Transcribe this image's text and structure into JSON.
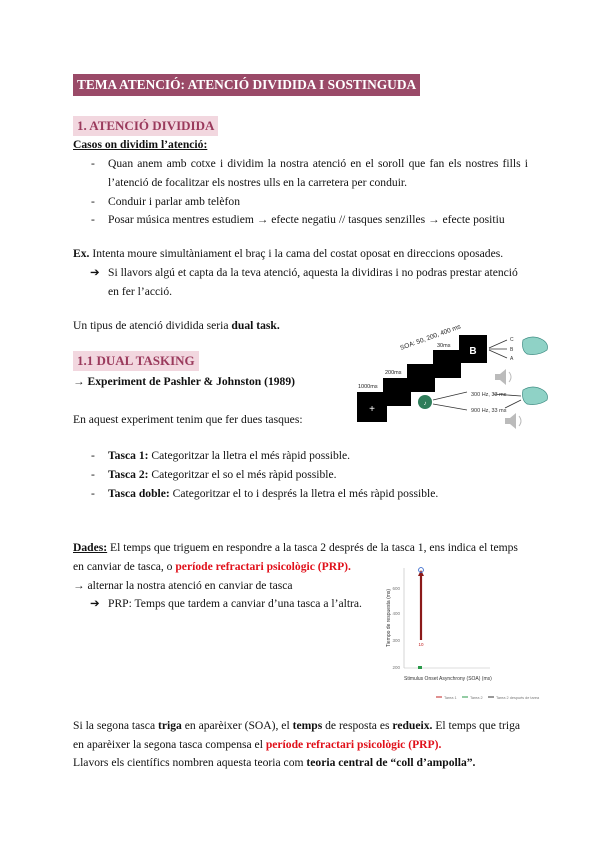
{
  "title": "TEMA ATENCIÓ: ATENCIÓ DIVIDIDA I SOSTINGUDA",
  "section1": {
    "heading": "1. ATENCIÓ DIVIDIDA",
    "cases_label": "Casos on dividim l’atenció:",
    "bullets": [
      "Quan anem amb cotxe i dividim la nostra atenció en el soroll que fan els nostres fills i",
      "l’atenció de focalitzar els nostres ulls en la carretera per conduir.",
      "Conduir i parlar amb telèfon",
      "Posar música mentres estudiem → efecte negatiu // tasques senzilles → efecte positiu"
    ],
    "example_label": "Ex.",
    "example_text": " Intenta moure simultàniament el braç i la cama del costat oposat en direccions oposades.",
    "arrow_line1": "Si llavors algú et capta da la teva atenció, aquesta la dividiras i no podras prestar atenció",
    "arrow_line2": "en fer l’acció.",
    "dual_sentence_prefix": "Un tipus de atenció dividida seria ",
    "dual_sentence_bold": "dual task."
  },
  "section11": {
    "heading": "1.1 DUAL TASKING",
    "experiment": "→ Experiment de Pashler & Johnston (1989)",
    "intro": "En aquest experiment tenim que fer dues tasques:",
    "tasks": [
      {
        "label": "Tasca 1:",
        "text": " Categoritzar la lletra el més ràpid possible."
      },
      {
        "label": "Tasca 2:",
        "text": " Categoritzar el so el més ràpid possible."
      },
      {
        "label": "Tasca doble:",
        "text": " Categoritzar el to i després la lletra el més ràpid possible."
      }
    ],
    "dades_label": "Dades:",
    "dades_line1": " El temps que triguem en respondre a la tasca 2 després de la tasca 1, ens indica el temps",
    "dades_line2_prefix": "en canviar de tasca, o ",
    "prp_red": "període refractari psicològic (PRP).",
    "alternar": "→ alternar la nostra atenció en canviar de tasca",
    "prp_def": "PRP: Temps que tardem a canviar d’una tasca a l’altra.",
    "final1_a": "Si la segona tasca ",
    "final1_b": "triga",
    "final1_c": " en aparèixer (SOA), el ",
    "final1_d": "temps",
    "final1_e": " de resposta es ",
    "final1_f": "redueix.",
    "final1_g": " El temps que triga",
    "final2_a": "en aparèixer la segona tasca compensa el ",
    "final2_red": "període refractari psicològic (PRP).",
    "final3_a": "Llavors els científics nombren aquesta teoria com ",
    "final3_b": "teoria central de “coll d’ampolla”."
  },
  "figure1": {
    "soa_label": "SOA: 50, 200, 400 ms",
    "t1000": "1000ms",
    "t200": "200ms",
    "t30": "30ms",
    "fix": "+",
    "letter": "B",
    "resp1": "C",
    "resp2": "B",
    "resp3": "A",
    "tone_high": "300 Hz, 33 ms",
    "tone_low": "900 Hz, 33 ms"
  },
  "figure2": {
    "ylabel": "Tiempo de respuesta (ms)",
    "xlabel": "Stimulus Onset Asynchrony (SOA) (ms)",
    "yticks": [
      "600",
      "400",
      "300",
      "200"
    ],
    "mark_label": "10",
    "legend": [
      "Tarea 1",
      "Tarea 2",
      "Tarea 2 después de tarea"
    ]
  },
  "colors": {
    "title_bg": "#9a4a68",
    "section_bg": "#f2d7df",
    "section_fg": "#9a3a5c",
    "prp_red": "#e0101a",
    "chart_red": "#8b1a1a"
  }
}
